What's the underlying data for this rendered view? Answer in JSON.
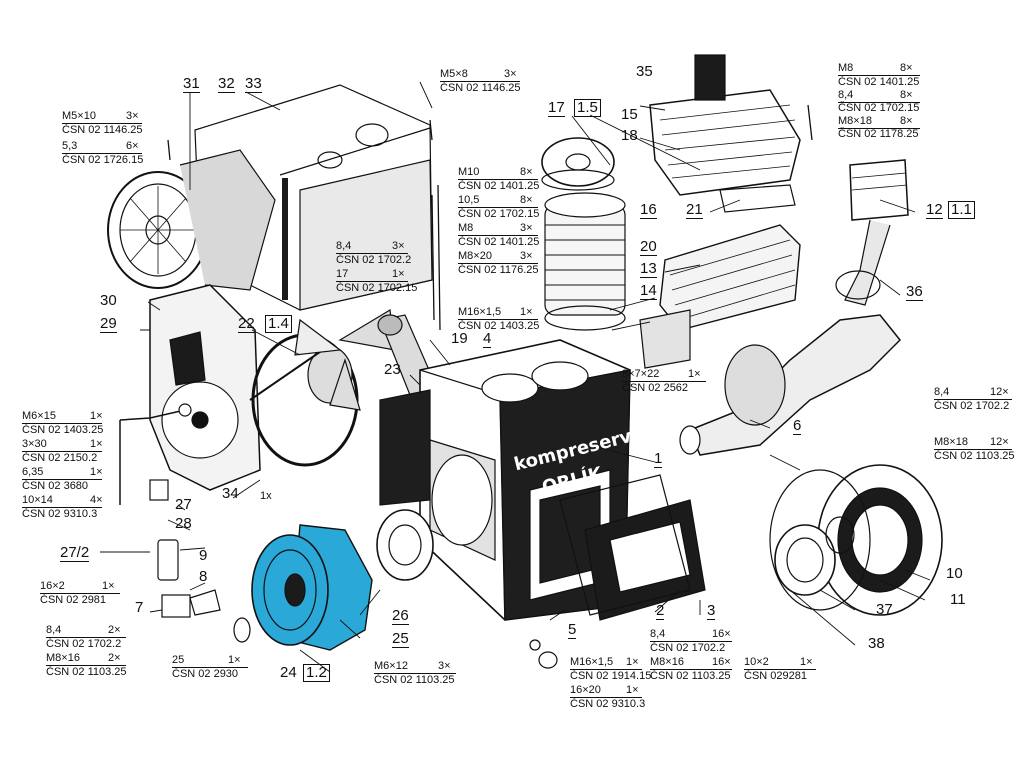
{
  "colors": {
    "ink": "#111111",
    "highlight": "#2aa8d8",
    "paper": "#ffffff",
    "dark": "#1b1b1b"
  },
  "brand": {
    "name": "kompreservis",
    "sub": "ORLÍK"
  },
  "parts": [
    {
      "id": "p31",
      "label": "31"
    },
    {
      "id": "p32",
      "label": "32"
    },
    {
      "id": "p33",
      "label": "33"
    },
    {
      "id": "p35",
      "label": "35"
    },
    {
      "id": "p17",
      "label": "17"
    },
    {
      "id": "p17q",
      "label": "1.5"
    },
    {
      "id": "p15",
      "label": "15"
    },
    {
      "id": "p18",
      "label": "18"
    },
    {
      "id": "p16",
      "label": "16"
    },
    {
      "id": "p21",
      "label": "21"
    },
    {
      "id": "p12",
      "label": "12"
    },
    {
      "id": "p12q",
      "label": "1.1"
    },
    {
      "id": "p20",
      "label": "20"
    },
    {
      "id": "p13",
      "label": "13"
    },
    {
      "id": "p14",
      "label": "14"
    },
    {
      "id": "p36",
      "label": "36"
    },
    {
      "id": "p30",
      "label": "30"
    },
    {
      "id": "p29",
      "label": "29"
    },
    {
      "id": "p22",
      "label": "22"
    },
    {
      "id": "p22q",
      "label": "1.4"
    },
    {
      "id": "p19",
      "label": "19"
    },
    {
      "id": "p4",
      "label": "4"
    },
    {
      "id": "p23",
      "label": "23"
    },
    {
      "id": "p6",
      "label": "6"
    },
    {
      "id": "p1",
      "label": "1"
    },
    {
      "id": "p34",
      "label": "34"
    },
    {
      "id": "p34q",
      "label": "1x"
    },
    {
      "id": "p27",
      "label": "27"
    },
    {
      "id": "p28",
      "label": "28"
    },
    {
      "id": "p27b",
      "label": "27/2"
    },
    {
      "id": "p9",
      "label": "9"
    },
    {
      "id": "p8",
      "label": "8"
    },
    {
      "id": "p7",
      "label": "7"
    },
    {
      "id": "p26",
      "label": "26"
    },
    {
      "id": "p25",
      "label": "25"
    },
    {
      "id": "p24",
      "label": "24"
    },
    {
      "id": "p24q",
      "label": "1.2"
    },
    {
      "id": "p2",
      "label": "2"
    },
    {
      "id": "p3",
      "label": "3"
    },
    {
      "id": "p5",
      "label": "5"
    },
    {
      "id": "p10",
      "label": "10"
    },
    {
      "id": "p11",
      "label": "11"
    },
    {
      "id": "p37",
      "label": "37"
    },
    {
      "id": "p38",
      "label": "38"
    }
  ],
  "specs": [
    {
      "id": "s1a",
      "spec": "M5×10",
      "qty": "3×",
      "std": "ČSN 02 1146.25"
    },
    {
      "id": "s1b",
      "spec": "5,3",
      "qty": "6×",
      "std": "ČSN 02 1726.15"
    },
    {
      "id": "s2",
      "spec": "M5×8",
      "qty": "3×",
      "std": "ČSN 02 1146.25"
    },
    {
      "id": "s3a",
      "spec": "M8",
      "qty": "8×",
      "std": "ČSN 02 1401.25"
    },
    {
      "id": "s3b",
      "spec": "8,4",
      "qty": "8×",
      "std": "ČSN 02 1702.15"
    },
    {
      "id": "s3c",
      "spec": "M8×18",
      "qty": "8×",
      "std": "ČSN 02 1178.25"
    },
    {
      "id": "s4a",
      "spec": "M10",
      "qty": "8×",
      "std": "ČSN 02 1401.25"
    },
    {
      "id": "s4b",
      "spec": "10,5",
      "qty": "8×",
      "std": "ČSN 02 1702.15"
    },
    {
      "id": "s4c",
      "spec": "M8",
      "qty": "3×",
      "std": "ČSN 02 1401.25"
    },
    {
      "id": "s4d",
      "spec": "M8×20",
      "qty": "3×",
      "std": "ČSN 02 1176.25"
    },
    {
      "id": "s5a",
      "spec": "8,4",
      "qty": "3×",
      "std": "ČSN 02 1702.2"
    },
    {
      "id": "s5b",
      "spec": "17",
      "qty": "1×",
      "std": "ČSN 02 1702.15"
    },
    {
      "id": "s6",
      "spec": "M16×1,5",
      "qty": "1×",
      "std": "ČSN 02 1403.25"
    },
    {
      "id": "s7",
      "spec": "8×7×22",
      "qty": "1×",
      "std": "ČSN 02 2562"
    },
    {
      "id": "s8a",
      "spec": "8,4",
      "qty": "12×",
      "std": "ČSN 02 1702.2"
    },
    {
      "id": "s8b",
      "spec": "M8×18",
      "qty": "12×",
      "std": "ČSN 02 1103.25"
    },
    {
      "id": "s9a",
      "spec": "M6×15",
      "qty": "1×",
      "std": "ČSN 02 1403.25"
    },
    {
      "id": "s9b",
      "spec": "3×30",
      "qty": "1×",
      "std": "ČSN 02 2150.2"
    },
    {
      "id": "s9c",
      "spec": "6,35",
      "qty": "1×",
      "std": "ČSN 02 3680"
    },
    {
      "id": "s9d",
      "spec": "10×14",
      "qty": "4×",
      "std": "ČSN 02 9310.3"
    },
    {
      "id": "s10",
      "spec": "16×2",
      "qty": "1×",
      "std": "ČSN 02 2981"
    },
    {
      "id": "s11a",
      "spec": "8,4",
      "qty": "2×",
      "std": "ČSN 02 1702.2"
    },
    {
      "id": "s11b",
      "spec": "M8×16",
      "qty": "2×",
      "std": "ČSN 02 1103.25"
    },
    {
      "id": "s12",
      "spec": "25",
      "qty": "1×",
      "std": "ČSN 02 2930"
    },
    {
      "id": "s13",
      "spec": "M6×12",
      "qty": "3×",
      "std": "ČSN 02 1103.25"
    },
    {
      "id": "s14a",
      "spec": "M16×1,5",
      "qty": "1×",
      "std": "ČSN 02 1914.15"
    },
    {
      "id": "s14b",
      "spec": "16×20",
      "qty": "1×",
      "std": "ČSN 02 9310.3"
    },
    {
      "id": "s15a",
      "spec": "8,4",
      "qty": "16×",
      "std": "ČSN 02 1702.2"
    },
    {
      "id": "s15b",
      "spec": "M8×16",
      "qty": "16×",
      "std": "ČSN 02 1103.25"
    },
    {
      "id": "s16",
      "spec": "10×2",
      "qty": "1×",
      "std": "ČSN 029281"
    }
  ]
}
